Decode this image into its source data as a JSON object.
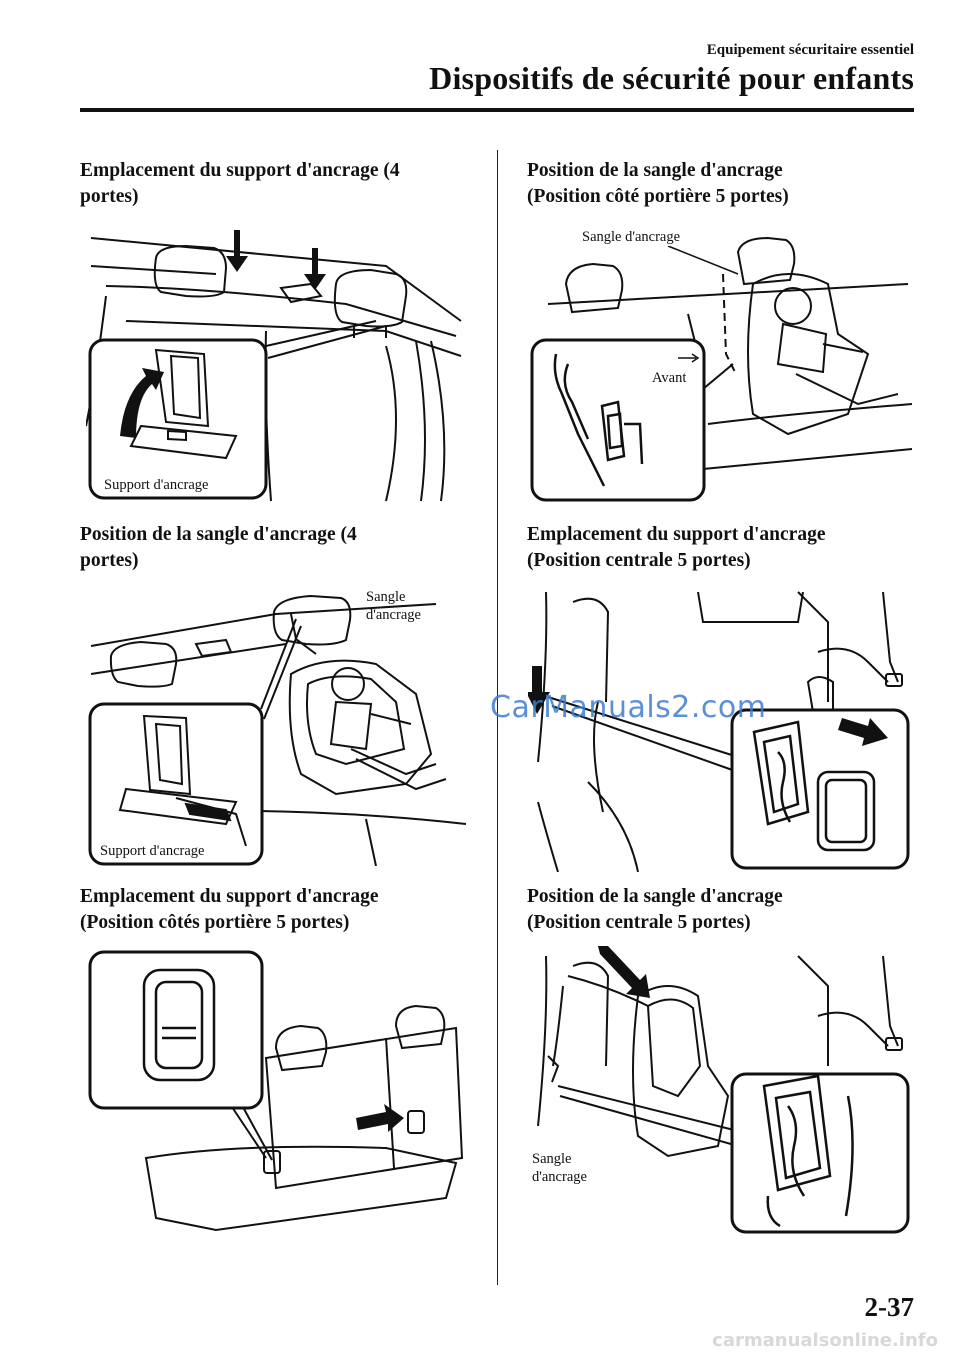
{
  "header": {
    "section": "Equipement sécuritaire essentiel",
    "title": "Dispositifs de sécurité pour enfants"
  },
  "left_column": {
    "fig1": {
      "heading_line1": "Emplacement du support d'ancrage (4",
      "heading_line2": "portes)",
      "label_support": "Support d'ancrage"
    },
    "fig2": {
      "heading_line1": "Position de la sangle d'ancrage (4",
      "heading_line2": "portes)",
      "label_sangle_1": "Sangle",
      "label_sangle_2": "d'ancrage",
      "label_support": "Support d'ancrage"
    },
    "fig3": {
      "heading_line1": "Emplacement du support d'ancrage",
      "heading_line2": "(Position côtés portière 5 portes)"
    }
  },
  "right_column": {
    "fig4": {
      "heading_line1": "Position de la sangle d'ancrage",
      "heading_line2": "(Position côté portière 5 portes)",
      "label_sangle": "Sangle d'ancrage",
      "label_avant": "Avant"
    },
    "fig5": {
      "heading_line1": "Emplacement du support d'ancrage",
      "heading_line2": "(Position centrale 5 portes)"
    },
    "fig6": {
      "heading_line1": "Position de la sangle d'ancrage",
      "heading_line2": "(Position centrale 5 portes)",
      "label_sangle_1": "Sangle",
      "label_sangle_2": "d'ancrage"
    }
  },
  "watermark": "CarManuals2.com",
  "page_number": "2-37",
  "footer_site": "carmanualsonline.info"
}
